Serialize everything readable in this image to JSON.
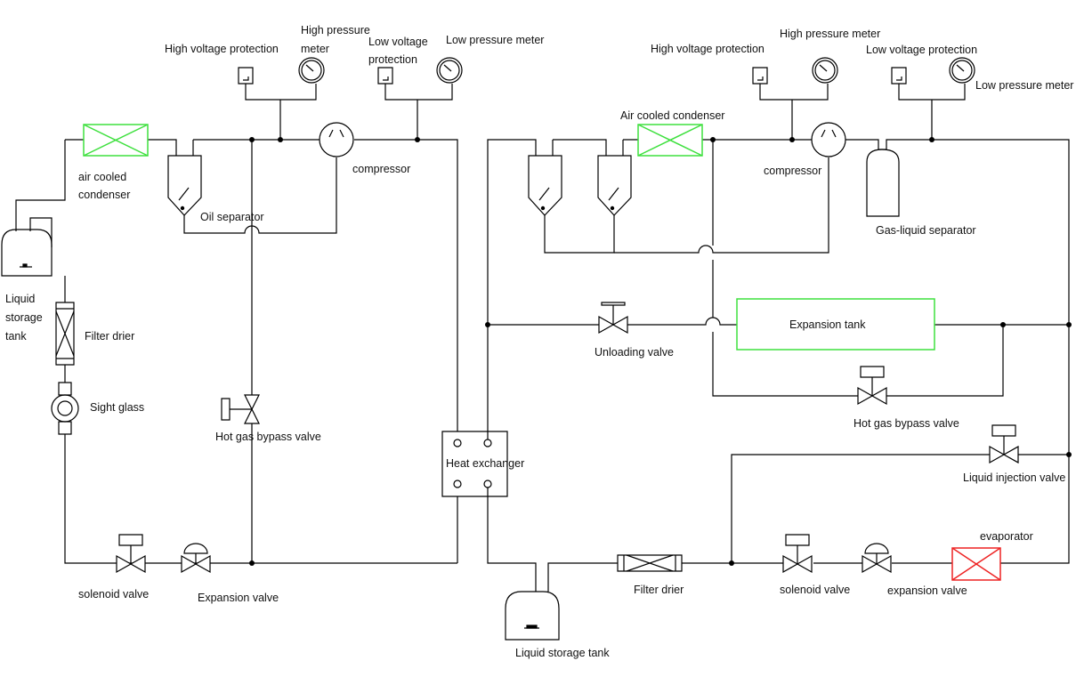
{
  "colors": {
    "line": "#000000",
    "condenser": "#3ee03e",
    "expansion_tank_border": "#3ee03e",
    "evaporator": "#ee2222"
  },
  "left_system": {
    "high_voltage_protection": "High voltage protection",
    "high_pressure_meter": [
      "High pressure",
      "meter"
    ],
    "low_voltage_protection": [
      "Low voltage",
      "protection"
    ],
    "low_pressure_meter": "Low pressure meter",
    "air_cooled_condenser": [
      "air cooled",
      "condenser"
    ],
    "oil_separator": "Oil separator",
    "compressor": "compressor",
    "liquid_storage_tank": [
      "Liquid",
      "storage",
      "tank"
    ],
    "filter_drier": "Filter drier",
    "sight_glass": "Sight glass",
    "hot_gas_bypass_valve": "Hot gas bypass valve",
    "solenoid_valve": "solenoid valve",
    "expansion_valve": "Expansion valve"
  },
  "shared": {
    "heat_exchanger": "Heat exchanger",
    "liquid_storage_tank": "Liquid storage tank"
  },
  "right_system": {
    "high_voltage_protection": "High voltage protection",
    "high_pressure_meter": "High pressure meter",
    "low_voltage_protection": "Low voltage protection",
    "low_pressure_meter": "Low pressure meter",
    "air_cooled_condenser": "Air cooled condenser",
    "compressor": "compressor",
    "gas_liquid_separator": "Gas-liquid separator",
    "unloading_valve": "Unloading valve",
    "expansion_tank": "Expansion tank",
    "hot_gas_bypass_valve": "Hot gas bypass valve",
    "liquid_injection_valve": "Liquid injection valve",
    "evaporator": "evaporator",
    "filter_drier": "Filter drier",
    "solenoid_valve": "solenoid valve",
    "expansion_valve": "expansion valve"
  }
}
